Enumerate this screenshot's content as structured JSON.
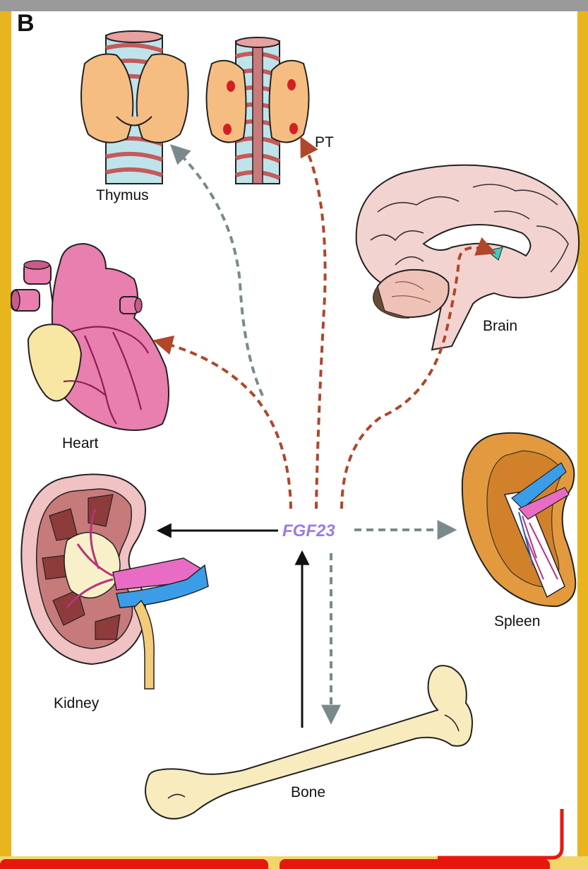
{
  "panel_label": "B",
  "hub_label": "FGF23",
  "organs": {
    "thymus": "Thymus",
    "pt": "PT",
    "brain": "Brain",
    "heart": "Heart",
    "kidney": "Kidney",
    "spleen": "Spleen",
    "bone": "Bone"
  },
  "colors": {
    "hub_text": "#9a7cde",
    "arrow_red": "#b0462a",
    "arrow_gray": "#7a8a8c",
    "arrow_black": "#111111",
    "frame": "#e9b51f",
    "button": "#e8170e"
  }
}
